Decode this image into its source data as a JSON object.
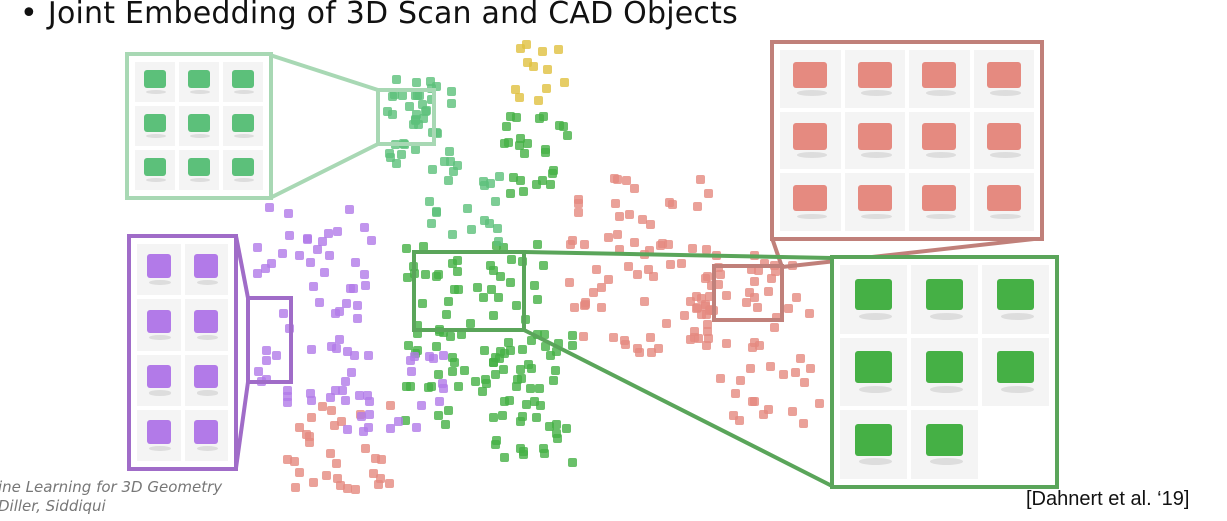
{
  "title": {
    "bullet": "•",
    "text": "Joint Embedding of 3D Scan and CAD Objects"
  },
  "footer": {
    "line1": "ine Learning for 3D Geometry",
    "line2": "Diller, Siddiqui"
  },
  "citation": "[Dahnert et al. ‘19]",
  "colors": {
    "sofa": "#a8d8b4",
    "chair": "#c0807a",
    "cabinet": "#a06cc8",
    "table": "#5aa55a",
    "lamp": "#e0c040",
    "chair_fill": "#e58a80",
    "table_fill": "#45b045",
    "cabinet_fill": "#b27ae8",
    "sofa_fill": "#5cc07a"
  }
}
